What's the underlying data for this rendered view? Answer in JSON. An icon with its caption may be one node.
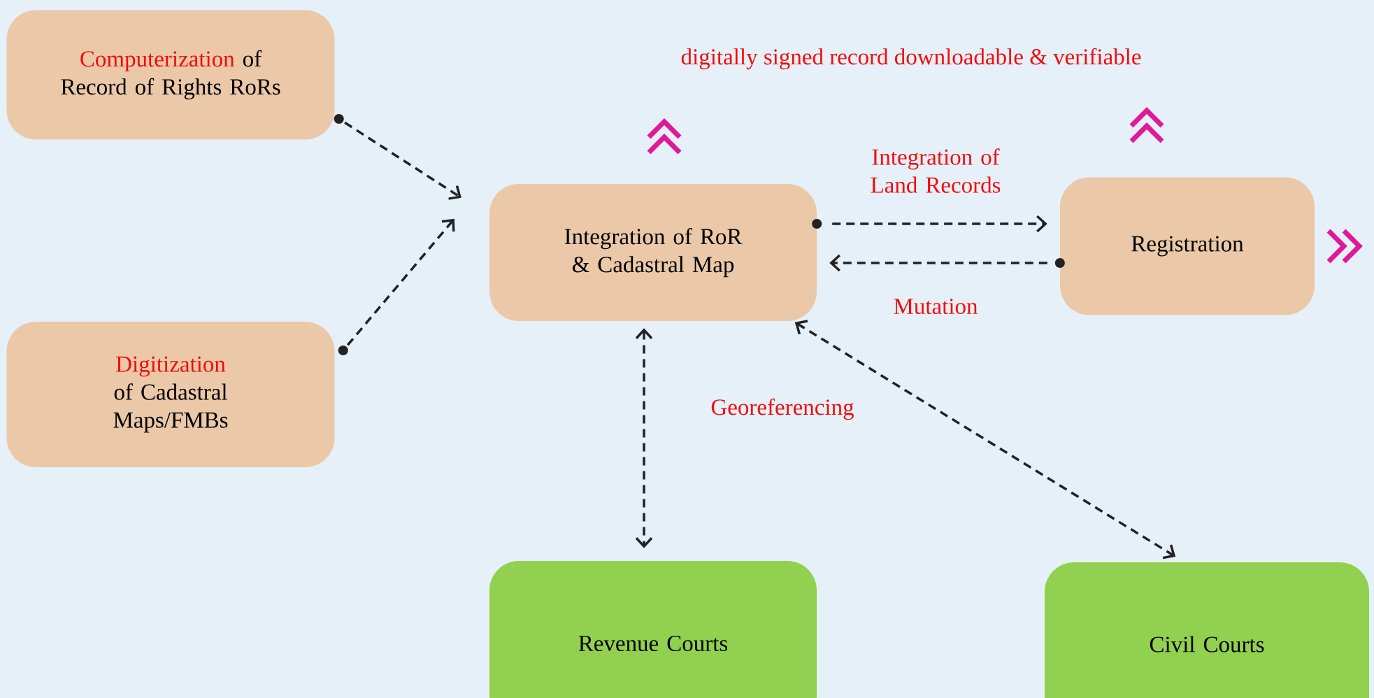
{
  "diagram": {
    "nodes": [
      {
        "text": [
          "Computerization",
          "of Record of Rights RoRs"
        ]
      },
      {
        "text": [
          "Digitization",
          "of Cadastral Maps/FMBs"
        ]
      },
      {
        "text": [
          "Integration of RoR & Cadastral Map"
        ]
      },
      {
        "text": [
          "Registration"
        ]
      },
      {
        "text": [
          "Revenue Courts"
        ]
      },
      {
        "text": [
          "Civil Courts"
        ]
      }
    ],
    "edges": [
      {
        "from": 0,
        "to": 2,
        "arrow": "to",
        "style": "dashed"
      },
      {
        "from": 1,
        "to": 2,
        "arrow": "to",
        "style": "dashed"
      },
      {
        "from": 2,
        "to": 3,
        "arrow": "to",
        "style": "dashed",
        "label": "Integration of Land Records"
      },
      {
        "from": 3,
        "to": 2,
        "arrow": "to",
        "style": "dashed",
        "label": "Mutation"
      },
      {
        "from": 2,
        "to": 4,
        "arrow": "both",
        "style": "dashed",
        "label": "Georeferencing"
      },
      {
        "from": 2,
        "to": 5,
        "arrow": "both",
        "style": "dashed"
      }
    ],
    "labels": [
      "digitally signed record downloadable & verifiable"
    ]
  }
}
